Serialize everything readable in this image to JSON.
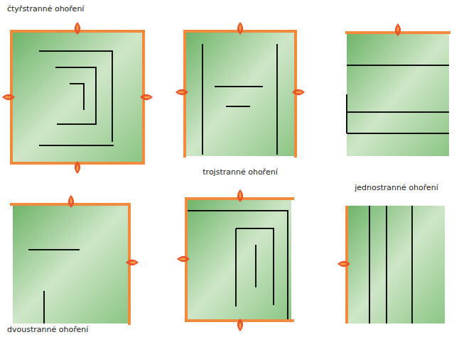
{
  "diagram": {
    "labels": [
      "čtyřstranné ohoření",
      "trojstranné ohoření",
      "jednostranné ohoření",
      "dvoustranné ohoření"
    ]
  }
}
